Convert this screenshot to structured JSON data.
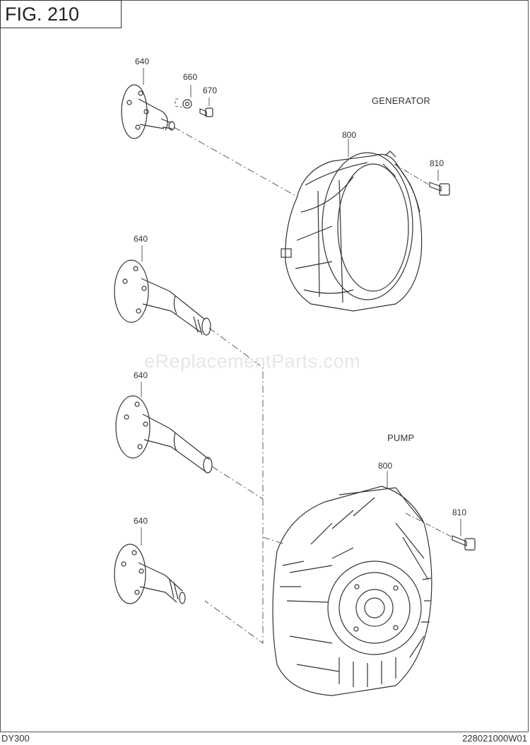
{
  "figure": {
    "title": "FIG. 210"
  },
  "sections": {
    "generator": "GENERATOR",
    "pump": "PUMP"
  },
  "callouts": {
    "shaft_gen": "640",
    "washer": "660",
    "bolt_small": "670",
    "housing_gen": "800",
    "bolt_gen": "810",
    "shaft_2": "640",
    "shaft_3": "640",
    "shaft_4": "640",
    "housing_pump": "800",
    "bolt_pump": "810"
  },
  "watermark": "eReplacementParts.com",
  "footer": {
    "model": "DY300",
    "code": "228021000W01"
  }
}
